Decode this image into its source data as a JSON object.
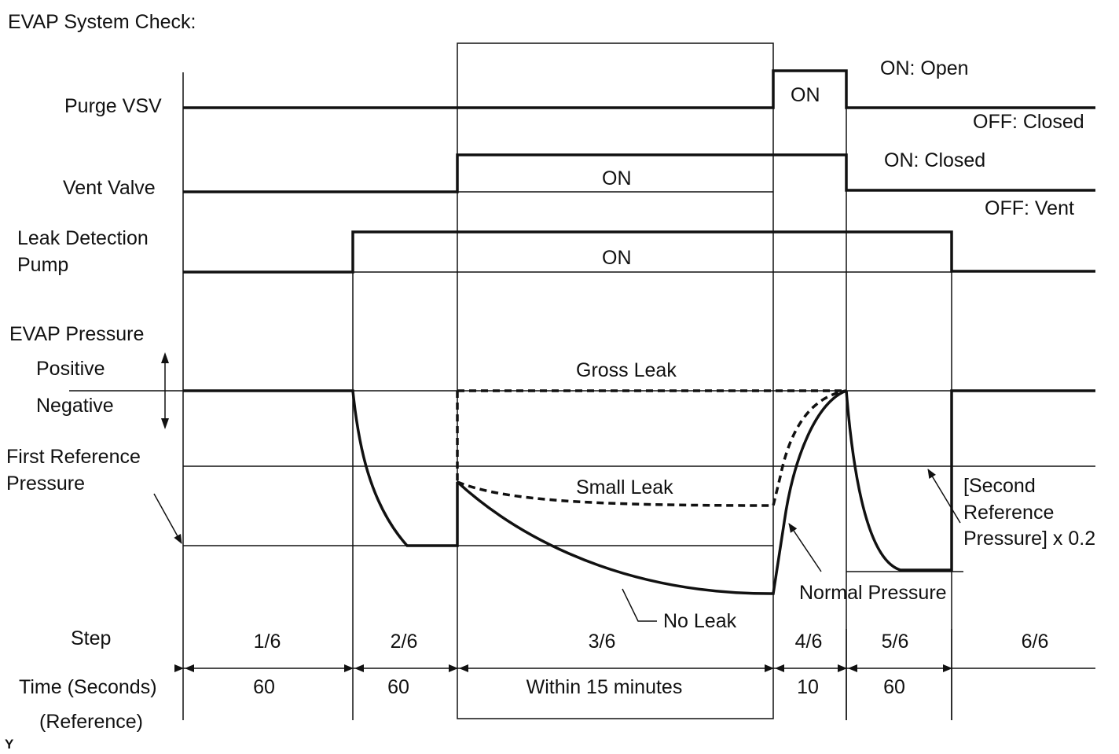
{
  "title": "EVAP System Check:",
  "corner_mark": "Y",
  "signals": {
    "purge_vsv": {
      "label": "Purge VSV",
      "on_label": "ON",
      "state_on": "ON: Open",
      "state_off": "OFF: Closed"
    },
    "vent_valve": {
      "label": "Vent Valve",
      "on_label": "ON",
      "state_on": "ON: Closed",
      "state_off": "OFF: Vent"
    },
    "leak_pump": {
      "label_line1": "Leak Detection",
      "label_line2": "Pump",
      "on_label": "ON"
    }
  },
  "pressure": {
    "label": "EVAP Pressure",
    "positive": "Positive",
    "negative": "Negative",
    "first_ref_line1": "First Reference",
    "first_ref_line2": "Pressure",
    "gross_leak": "Gross Leak",
    "small_leak": "Small Leak",
    "no_leak": "No Leak",
    "normal_pressure": "Normal Pressure",
    "second_ref_line1": "[Second",
    "second_ref_line2": "Reference",
    "second_ref_line3": "Pressure] x 0.2"
  },
  "step_label": "Step",
  "time_label": "Time (Seconds)",
  "time_ref_label": "(Reference)",
  "steps": [
    {
      "step": "1/6",
      "time": "60"
    },
    {
      "step": "2/6",
      "time": "60"
    },
    {
      "step": "3/6",
      "time": "Within 15 minutes"
    },
    {
      "step": "4/6",
      "time": "10"
    },
    {
      "step": "5/6",
      "time": "60"
    },
    {
      "step": "6/6",
      "time": ""
    }
  ]
}
